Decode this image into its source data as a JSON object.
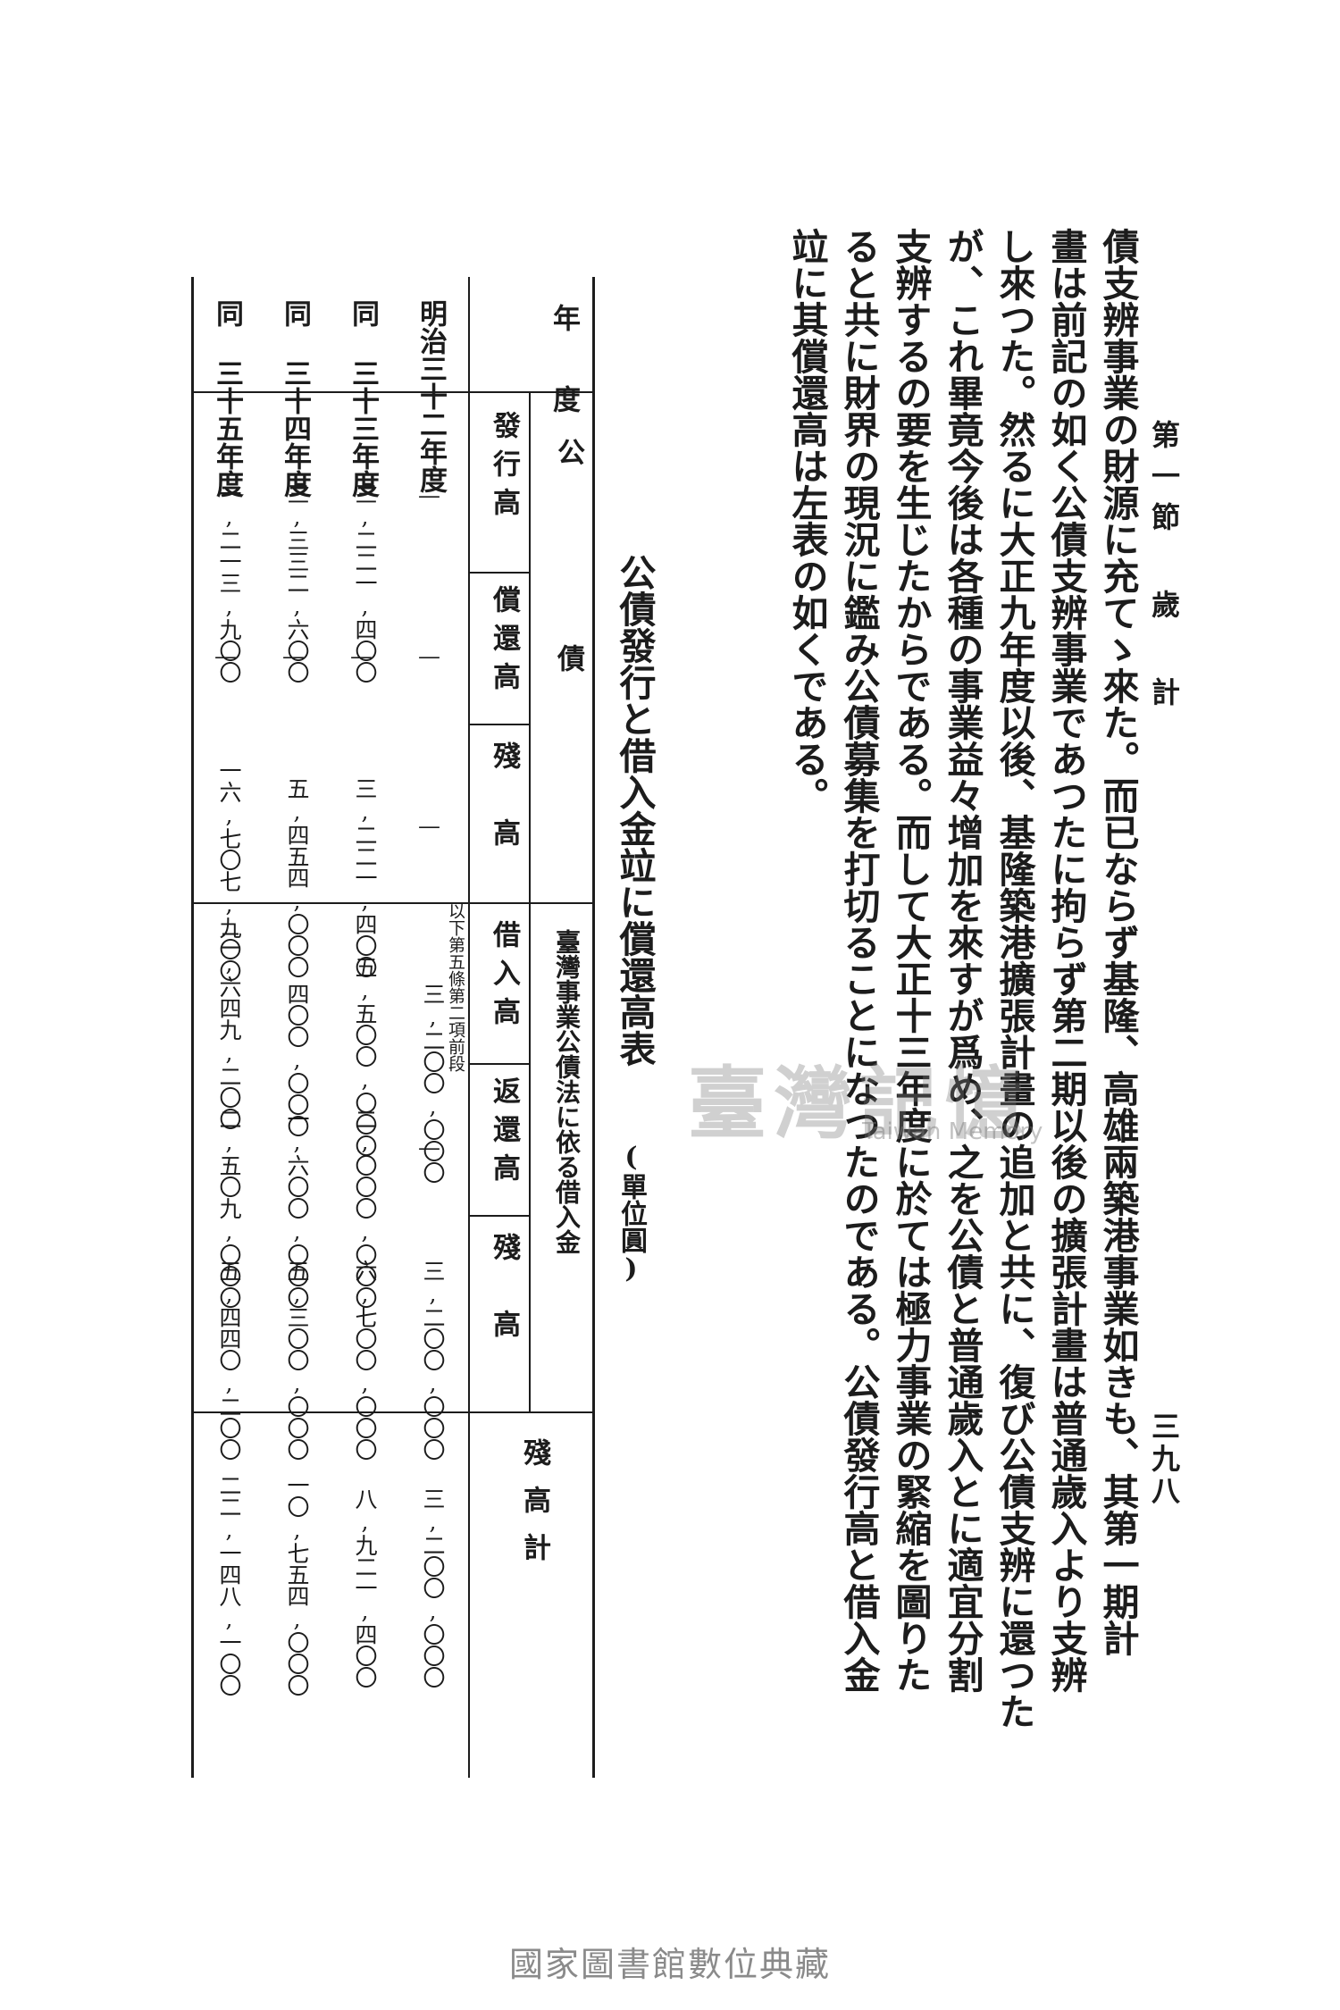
{
  "header": {
    "section": "第一節 歲 計",
    "page_number": "三九八"
  },
  "body": {
    "columns": [
      "高雄兩築港事業如きも、其第一期計",
      "畫は前記の如く公債支辨事業であつたに拘らず第二期以後の擴張計畫は普通歲入より支辨",
      "し來つた。然るに大正九年度以後、基隆築港擴張計畫の追加と共に、復び公債支辨に還つた",
      "が、これ畢竟今後は各種の事業益々增加を來すが爲め、之を公債と普通歲入とに適宜分割",
      "支辨するの要を生じたからである。而して大正十三年度に於ては極力事業の緊縮を圖りた",
      "ると共に財界の現況に鑑み公債募集を打切ることになつたのである。公債發行高と借入金",
      "竝に其償還高は左表の如くである。"
    ],
    "first_column_top": "債支辨事業の財源に充てゝ來た。而已ならず基隆、"
  },
  "table": {
    "title": "公債發行と借入金竝に償還高表",
    "unit": "(單位圓)",
    "headers": {
      "year": "年度",
      "bonds_group": "公債",
      "issued": "發行高",
      "redeemed": "償還高",
      "balance": "殘高",
      "loan_group": "臺灣事業公債法に依る借入金",
      "borrowed": "借入高",
      "repaid": "返還高",
      "loan_balance": "殘高",
      "total": "殘高計"
    },
    "note": "以下第五條第二項前段",
    "rows": [
      {
        "year": "明治三十二年度",
        "issued": "—",
        "redeemed": "—",
        "balance": "—",
        "borrowed": "三,二〇〇,〇〇〇",
        "repaid": "—",
        "loan_balance": "三,二〇〇,〇〇〇",
        "total": "三,二〇〇,〇〇〇"
      },
      {
        "year": "同 三十三年度",
        "issued": "三,二二一,四〇〇",
        "redeemed": "—",
        "balance": "三,二二一,四〇〇",
        "borrowed": "五,五〇〇,〇〇〇",
        "repaid": "二,〇〇〇,〇〇〇",
        "loan_balance": "六,七〇〇,〇〇〇",
        "total": "八,九二一,四〇〇"
      },
      {
        "year": "同 三十四年度",
        "issued": "三,三三二,六〇〇",
        "redeemed": "—",
        "balance": "五,四五四,〇〇〇",
        "borrowed": "四〇〇,〇〇〇",
        "repaid": "一,六〇〇,〇〇〇",
        "loan_balance": "五,三〇〇,〇〇〇",
        "total": "一〇,七五四,〇〇〇"
      },
      {
        "year": "同 三十五年度",
        "issued": "一,二一三,九〇〇",
        "redeemed": "—",
        "balance": "一六,七〇七,九〇〇",
        "borrowed": "二,六四九,二〇〇",
        "repaid": "二,五〇九,〇〇〇",
        "loan_balance": "五,四四〇,二〇〇",
        "total": "二二,一四八,一〇〇"
      }
    ]
  },
  "watermark": {
    "main": "臺灣記憶",
    "sub": "Taiwan Memory"
  },
  "footer": "國家圖書館數位典藏"
}
